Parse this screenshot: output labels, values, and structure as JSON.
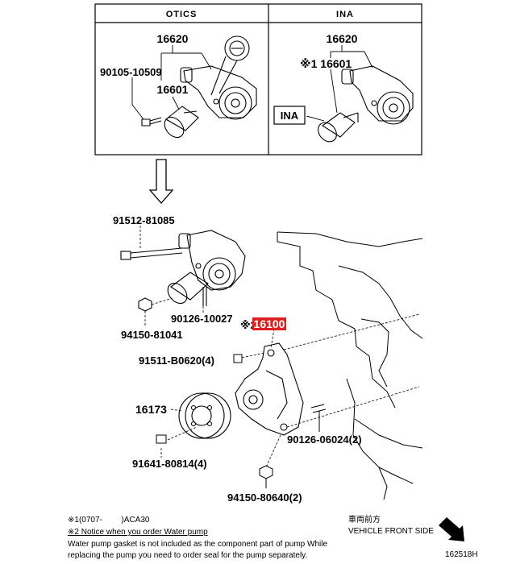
{
  "panels": {
    "left_title": "OTICS",
    "right_title": "INA",
    "left_labels": {
      "top": "16620",
      "bolt": "90105-10509",
      "tensioner": "16601"
    },
    "right_labels": {
      "top": "16620",
      "tensioner": "※1 16601",
      "box_text": "INA"
    }
  },
  "parts": {
    "p91512": "91512-81085",
    "p90126a": "90126-10027",
    "p94150a": "94150-81041",
    "p16100_prefix": "※2",
    "p16100": "16100",
    "p91511": "91511-B0620(4)",
    "p16173": "16173",
    "p90126b": "90126-06024(2)",
    "p91641": "91641-80814(4)",
    "p94150b": "94150-80640(2)"
  },
  "notes": {
    "line1_mark": "※1(0707-",
    "line1_model": ")ACA30",
    "line2": "※2 Notice when you order Water pump",
    "line3": "Water pump gasket is not included as the component part of pump While",
    "line4": "replacing the pump you need to order seal for the pump separately."
  },
  "front_side": {
    "jp": "車両前方",
    "en": "VEHICLE FRONT SIDE"
  },
  "diagram_id": "162518H",
  "colors": {
    "highlight": "#e02020",
    "line": "#000000"
  }
}
